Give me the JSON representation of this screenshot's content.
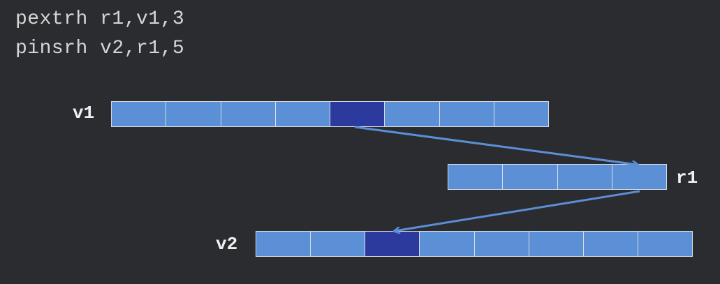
{
  "code": {
    "line1": "pextrh r1,v1,3",
    "line2": "pinsrh v2,r1,5"
  },
  "registers": {
    "v1": {
      "label": "v1",
      "lanes": 8,
      "highlight_lane": 4
    },
    "r1": {
      "label": "r1",
      "lanes": 4,
      "highlight_lane": -1
    },
    "v2": {
      "label": "v2",
      "lanes": 8,
      "highlight_lane": 2
    }
  },
  "colors": {
    "background": "#2b2c30",
    "lane": "#5b8fd6",
    "lane_highlight": "#2c3a9e",
    "lane_border": "#d9dde6",
    "arrow": "#5b8fd6",
    "code_text": "#d6d6d6",
    "label_text": "#f0f0f0"
  }
}
